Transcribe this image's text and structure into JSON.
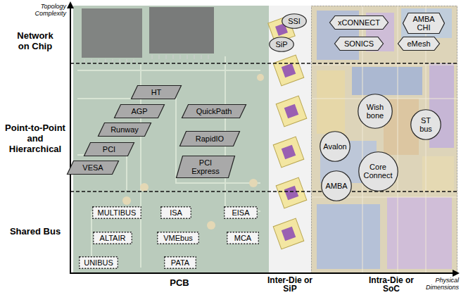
{
  "diagram": {
    "nodes": [
      {
        "text": [
          "SSI"
        ]
      },
      {
        "text": [
          "SiP"
        ]
      },
      {
        "text": [
          "xCONNECT"
        ]
      },
      {
        "text": [
          "AMBA CHI"
        ]
      },
      {
        "text": [
          "SONICS"
        ]
      },
      {
        "text": [
          "eMesh"
        ]
      },
      {
        "text": [
          "HT"
        ]
      },
      {
        "text": [
          "AGP"
        ]
      },
      {
        "text": [
          "QuickPath"
        ]
      },
      {
        "text": [
          "Runway"
        ]
      },
      {
        "text": [
          "RapidIO"
        ]
      },
      {
        "text": [
          "PCI"
        ]
      },
      {
        "text": [
          "PCI Express"
        ]
      },
      {
        "text": [
          "VESA"
        ]
      },
      {
        "text": [
          "Avalon"
        ]
      },
      {
        "text": [
          "Wish bone"
        ]
      },
      {
        "text": [
          "ST bus"
        ]
      },
      {
        "text": [
          "Core Connect"
        ]
      },
      {
        "text": [
          "AMBA"
        ]
      },
      {
        "text": [
          "MULTIBUS"
        ]
      },
      {
        "text": [
          "ISA"
        ]
      },
      {
        "text": [
          "EISA"
        ]
      },
      {
        "text": [
          "ALTAIR"
        ]
      },
      {
        "text": [
          "VMEbus"
        ]
      },
      {
        "text": [
          "MCA"
        ]
      },
      {
        "text": [
          "UNIBUS"
        ]
      },
      {
        "text": [
          "PATA"
        ]
      }
    ],
    "labels": [
      "Topology Complexity",
      "Network on Chip",
      "Point-to-Point and Hierarchical",
      "Shared Bus",
      "PCB",
      "Inter-Die or SiP",
      "Intra-Die or SoC",
      "Physical Dimensions"
    ]
  }
}
